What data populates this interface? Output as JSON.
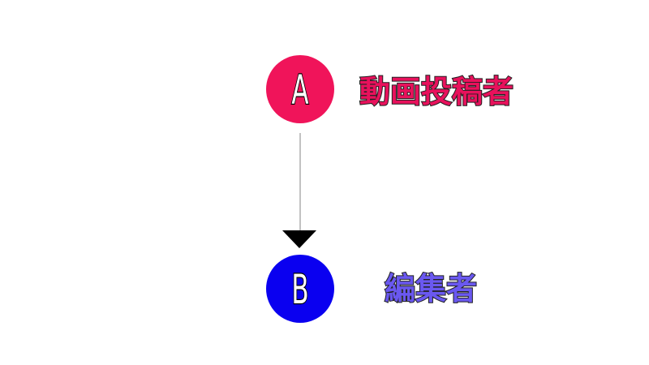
{
  "nodes": {
    "a": {
      "letter": "A",
      "role": "動画投稿者",
      "fill_color": "#F0145A",
      "label_color": "#E8115C"
    },
    "b": {
      "letter": "B",
      "role": "編集者",
      "fill_color": "#0A00F0",
      "label_color": "#6A58F0"
    }
  },
  "edge": {
    "from": "A",
    "to": "B",
    "line_color": "#999999",
    "arrow_color": "#000000"
  }
}
